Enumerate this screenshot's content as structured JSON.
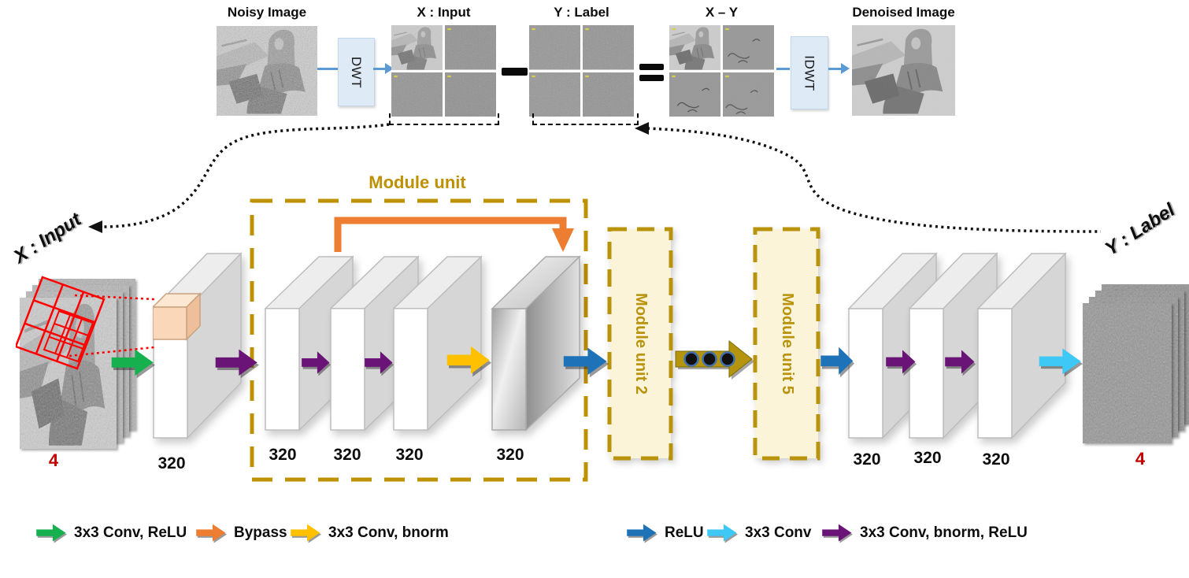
{
  "pipeline": {
    "noisy_image_label": "Noisy Image",
    "dwt_label": "DWT",
    "input_label": "X : Input",
    "label_label": "Y : Label",
    "difference_label": "X – Y",
    "idwt_label": "IDWT",
    "denoised_image_label": "Denoised Image"
  },
  "network": {
    "input_label": "X : Input",
    "input_depth": "4",
    "head_width": "320",
    "module_unit": {
      "title": "Module unit",
      "widths": [
        "320",
        "320",
        "320",
        "320"
      ]
    },
    "module_unit_2_label": "Module unit 2",
    "module_unit_5_label": "Module unit 5",
    "tail_widths": [
      "320",
      "320",
      "320"
    ],
    "output_label": "Y : Label",
    "output_depth": "4"
  },
  "legend": {
    "items": [
      {
        "icon": "green-arrow",
        "color": "#17B04F",
        "label": "3x3 Conv, ReLU"
      },
      {
        "icon": "orange-arrow",
        "color": "#ED7D31",
        "label": "Bypass"
      },
      {
        "icon": "yellow-arrow",
        "color": "#FFC000",
        "label": "3x3 Conv, bnorm"
      },
      {
        "icon": "blue-arrow",
        "color": "#1E73B8",
        "label": "ReLU"
      },
      {
        "icon": "cyan-arrow",
        "color": "#3EC8F5",
        "label": "3x3 Conv"
      },
      {
        "icon": "purple-arrow",
        "color": "#6B1477",
        "label": "3x3 Conv, bnorm, ReLU"
      }
    ]
  },
  "icons": {
    "minus": "−",
    "equals": "=",
    "ellipsis_dots": "•••"
  },
  "colors": {
    "module_outline": "#BF9000",
    "module_fill": "#FCF4D9",
    "dwt_box_fill": "#DEEAF6",
    "pipeline_arrow": "#5B9BD5",
    "depth_number": "#C00000",
    "receptive_field_grid": "#FF0000",
    "dots_arrow": "#B5940F"
  }
}
